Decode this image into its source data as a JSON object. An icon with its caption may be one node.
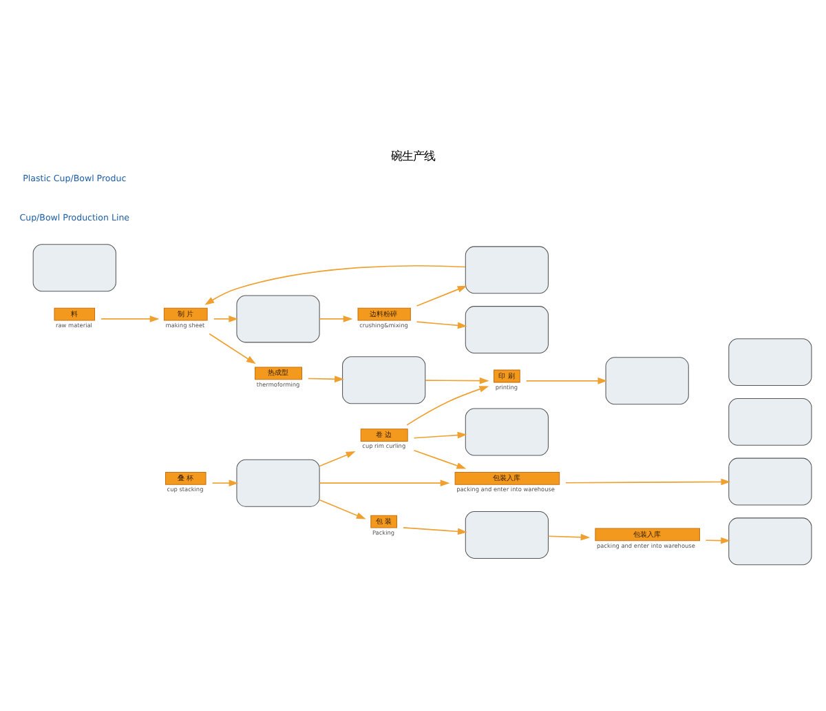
{
  "diagram": {
    "title": "碗生产线",
    "nodes": [
      {
        "text": [
          "料"
        ],
        "beside": [
          "raw material"
        ]
      },
      {
        "text": [],
        "shape": "box"
      },
      {
        "text": [
          "制 片"
        ],
        "beside": [
          "making sheet"
        ]
      },
      {
        "text": [],
        "shape": "box"
      },
      {
        "text": [
          "边料粉碎"
        ],
        "beside": [
          "crushing&mixing"
        ]
      },
      {
        "text": [],
        "shape": "box"
      },
      {
        "text": [],
        "shape": "box"
      },
      {
        "text": [
          "热成型"
        ],
        "beside": [
          "thermoforming"
        ]
      },
      {
        "text": [],
        "shape": "box"
      },
      {
        "text": [
          "叠 杯"
        ],
        "beside": [
          "cup stacking"
        ]
      },
      {
        "text": [],
        "shape": "box"
      },
      {
        "text": [
          "印 刷"
        ],
        "beside": [
          "printing"
        ]
      },
      {
        "text": [],
        "shape": "box"
      },
      {
        "text": [
          "卷 边"
        ],
        "beside": [
          "cup rim curling"
        ]
      },
      {
        "text": [],
        "shape": "box"
      },
      {
        "text": [
          "包装入库"
        ],
        "beside": [
          "packing and enter into warehouse"
        ]
      },
      {
        "text": [
          "包 装"
        ],
        "beside": [
          "Packing"
        ]
      },
      {
        "text": [],
        "shape": "box"
      },
      {
        "text": [
          "包装入库"
        ],
        "beside": [
          "packing and enter into warehouse"
        ]
      },
      {
        "text": [],
        "shape": "box"
      },
      {
        "text": [],
        "shape": "box"
      },
      {
        "text": [],
        "shape": "box"
      },
      {
        "text": [],
        "shape": "box"
      }
    ],
    "edges": [
      {
        "from": 0,
        "to": 2,
        "arrow": "to"
      },
      {
        "from": 2,
        "to": 3,
        "arrow": "to"
      },
      {
        "from": 3,
        "to": 4,
        "arrow": "to"
      },
      {
        "from": 4,
        "to": 5,
        "arrow": "to"
      },
      {
        "from": 4,
        "to": 6,
        "arrow": "to"
      },
      {
        "from": 6,
        "to": 2,
        "arrow": "to"
      },
      {
        "from": 2,
        "to": 7,
        "arrow": "to"
      },
      {
        "from": 7,
        "to": 8,
        "arrow": "to"
      },
      {
        "from": 8,
        "to": 11,
        "arrow": "to"
      },
      {
        "from": 11,
        "to": 12,
        "arrow": "to"
      },
      {
        "from": 9,
        "to": 10,
        "arrow": "to"
      },
      {
        "from": 10,
        "to": 13,
        "arrow": "to"
      },
      {
        "from": 13,
        "to": 14,
        "arrow": "to"
      },
      {
        "from": 13,
        "to": 11,
        "arrow": "to"
      },
      {
        "from": 13,
        "to": 15,
        "arrow": "to"
      },
      {
        "from": 10,
        "to": 15,
        "arrow": "to"
      },
      {
        "from": 10,
        "to": 16,
        "arrow": "to"
      },
      {
        "from": 15,
        "to": 20,
        "arrow": "to"
      },
      {
        "from": 16,
        "to": 17,
        "arrow": "to"
      },
      {
        "from": 17,
        "to": 18,
        "arrow": "to"
      },
      {
        "from": 18,
        "to": 22,
        "arrow": "to"
      }
    ],
    "labels": [
      "Cup/Bowl Production Line",
      "Plastic Cup/Bowl Produc"
    ]
  }
}
